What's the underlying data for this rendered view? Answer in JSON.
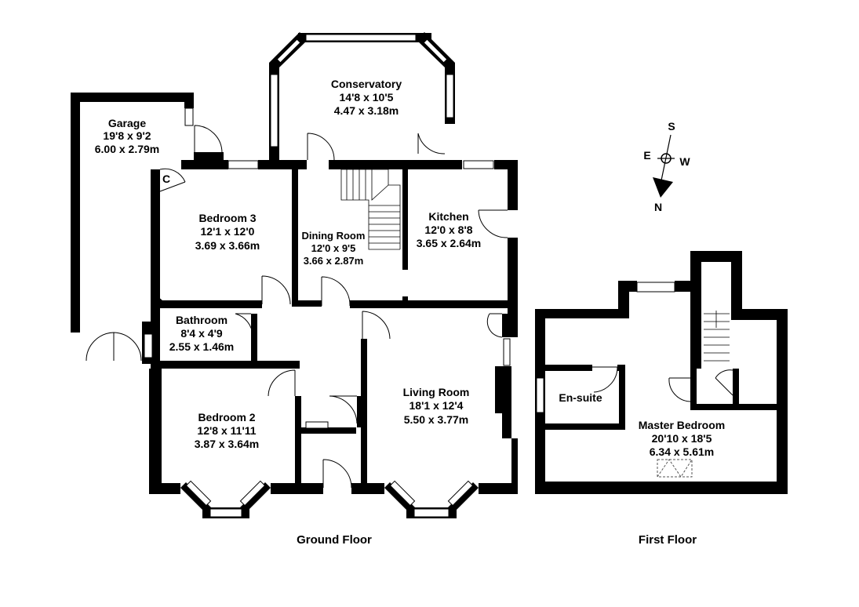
{
  "floors": {
    "ground_label": "Ground Floor",
    "first_label": "First Floor"
  },
  "rooms": {
    "garage": {
      "name": "Garage",
      "imperial": "19'8 x 9'2",
      "metric": "6.00 x 2.79m"
    },
    "conservatory": {
      "name": "Conservatory",
      "imperial": "14'8 x 10'5",
      "metric": "4.47 x 3.18m"
    },
    "bedroom3": {
      "name": "Bedroom 3",
      "imperial": "12'1 x 12'0",
      "metric": "3.69 x 3.66m"
    },
    "dining": {
      "name": "Dining Room",
      "imperial": "12'0 x 9'5",
      "metric": "3.66 x 2.87m"
    },
    "kitchen": {
      "name": "Kitchen",
      "imperial": "12'0 x 8'8",
      "metric": "3.65 x 2.64m"
    },
    "bathroom": {
      "name": "Bathroom",
      "imperial": "8'4 x 4'9",
      "metric": "2.55 x 1.46m"
    },
    "bedroom2": {
      "name": "Bedroom 2",
      "imperial": "12'8 x 11'11",
      "metric": "3.87 x 3.64m"
    },
    "living": {
      "name": "Living Room",
      "imperial": "18'1 x 12'4",
      "metric": "5.50 x 3.77m"
    },
    "ensuite": {
      "name": "En-suite"
    },
    "master": {
      "name": "Master Bedroom",
      "imperial": "20'10 x 18'5",
      "metric": "6.34 x 5.61m"
    }
  },
  "cupboard_label": "C",
  "compass": {
    "s": "S",
    "e": "E",
    "w": "W",
    "n": "N"
  },
  "colors": {
    "wall": "#000000",
    "background": "#ffffff"
  }
}
